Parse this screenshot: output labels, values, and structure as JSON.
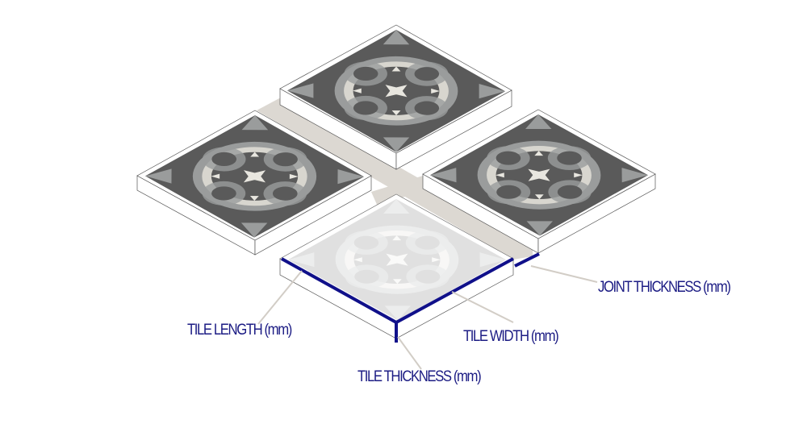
{
  "labels": {
    "joint_thickness": "JOINT THICKNESS (mm)",
    "tile_length": "TILE LENGTH (mm)",
    "tile_width": "TILE WIDTH (mm)",
    "tile_thickness": "TILE THICKNESS (mm)"
  },
  "colors": {
    "accent": "#10108a",
    "joint": "#dcd8d2",
    "tile_dark": "#5a5a5a",
    "tile_mid": "#9a9c9c",
    "tile_light": "#d8d6cf",
    "label": "#1c1c84",
    "leader": "#d2cdc6"
  }
}
